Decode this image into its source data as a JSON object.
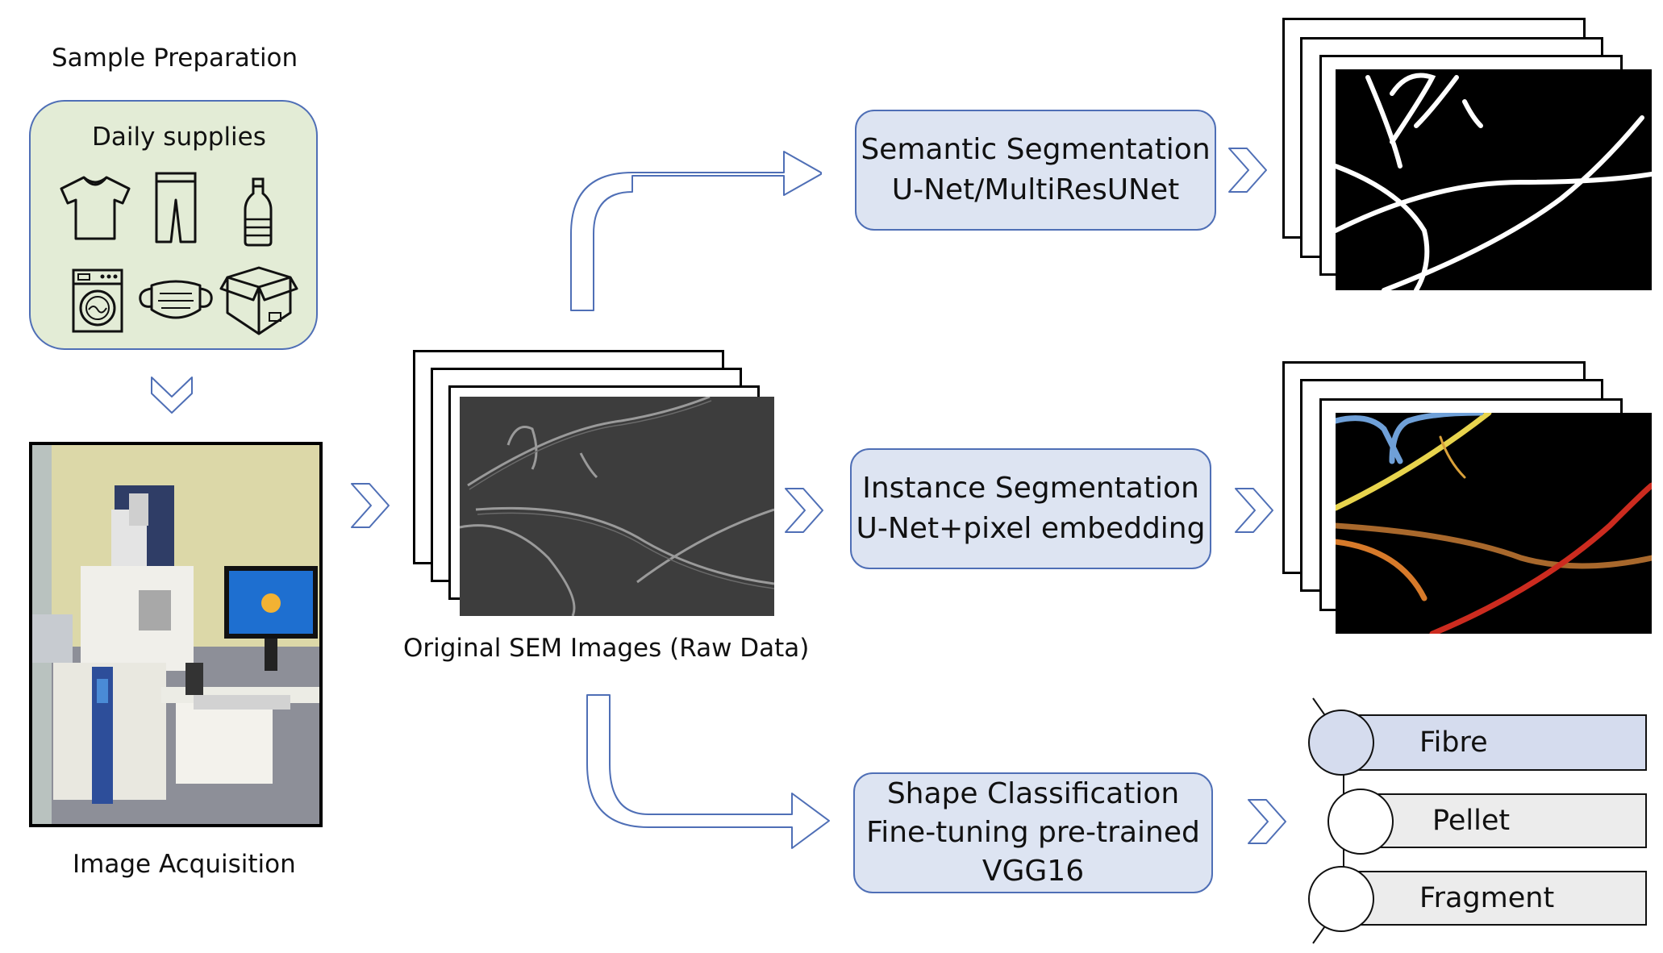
{
  "sample_preparation": {
    "title": "Sample Preparation",
    "box_title": "Daily supplies",
    "icons": [
      "t-shirt-icon",
      "trousers-icon",
      "bottle-icon",
      "washing-machine-icon",
      "face-mask-icon",
      "package-box-icon"
    ]
  },
  "image_acquisition": {
    "label": "Image Acquisition"
  },
  "raw_data": {
    "label": "Original SEM Images (Raw Data)"
  },
  "semantic": {
    "line1": "Semantic Segmentation",
    "line2": "U-Net/MultiResUNet"
  },
  "instance": {
    "line1": "Instance Segmentation",
    "line2": "U-Net+pixel embedding"
  },
  "shape": {
    "line1": "Shape Classification",
    "line2": "Fine-tuning pre-trained",
    "line3": "VGG16"
  },
  "classes": [
    {
      "label": "Fibre",
      "highlighted": true
    },
    {
      "label": "Pellet",
      "highlighted": false
    },
    {
      "label": "Fragment",
      "highlighted": false
    }
  ],
  "colors": {
    "box_fill": "#dde4f2",
    "box_border": "#4f6fb6",
    "green_fill": "#e3ecd6",
    "fibre_fill": "#d5dcee",
    "instance_colors": [
      "#6fa0d8",
      "#e8d44d",
      "#a8682c",
      "#cc2b1f",
      "#d77a2a"
    ]
  }
}
